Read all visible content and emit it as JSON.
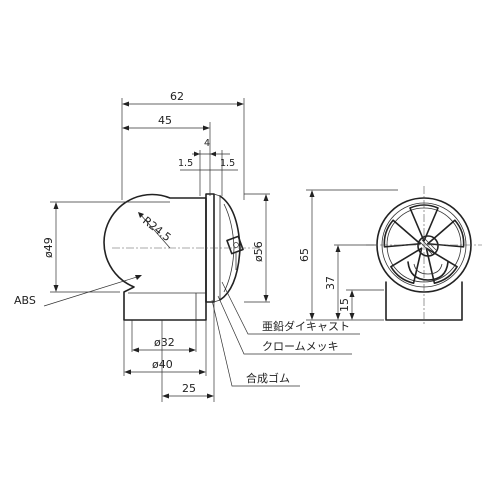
{
  "dimensions": {
    "total_length": "62",
    "body_length": "45",
    "gap": "4",
    "flange_left": "1.5",
    "flange_right": "1.5",
    "body_dia": "ø49",
    "radius": "R24.5",
    "flange_dia": "ø56",
    "inner_dia": "ø32",
    "outer_dia": "ø40",
    "stub_length": "25",
    "height_total": "65",
    "height_axis": "37",
    "height_base": "15"
  },
  "labels": {
    "abs": "ABS",
    "zinc_die_cast": "亜鉛ダイキャスト",
    "chrome_plating": "クロームメッキ",
    "synthetic_rubber": "合成ゴム"
  }
}
